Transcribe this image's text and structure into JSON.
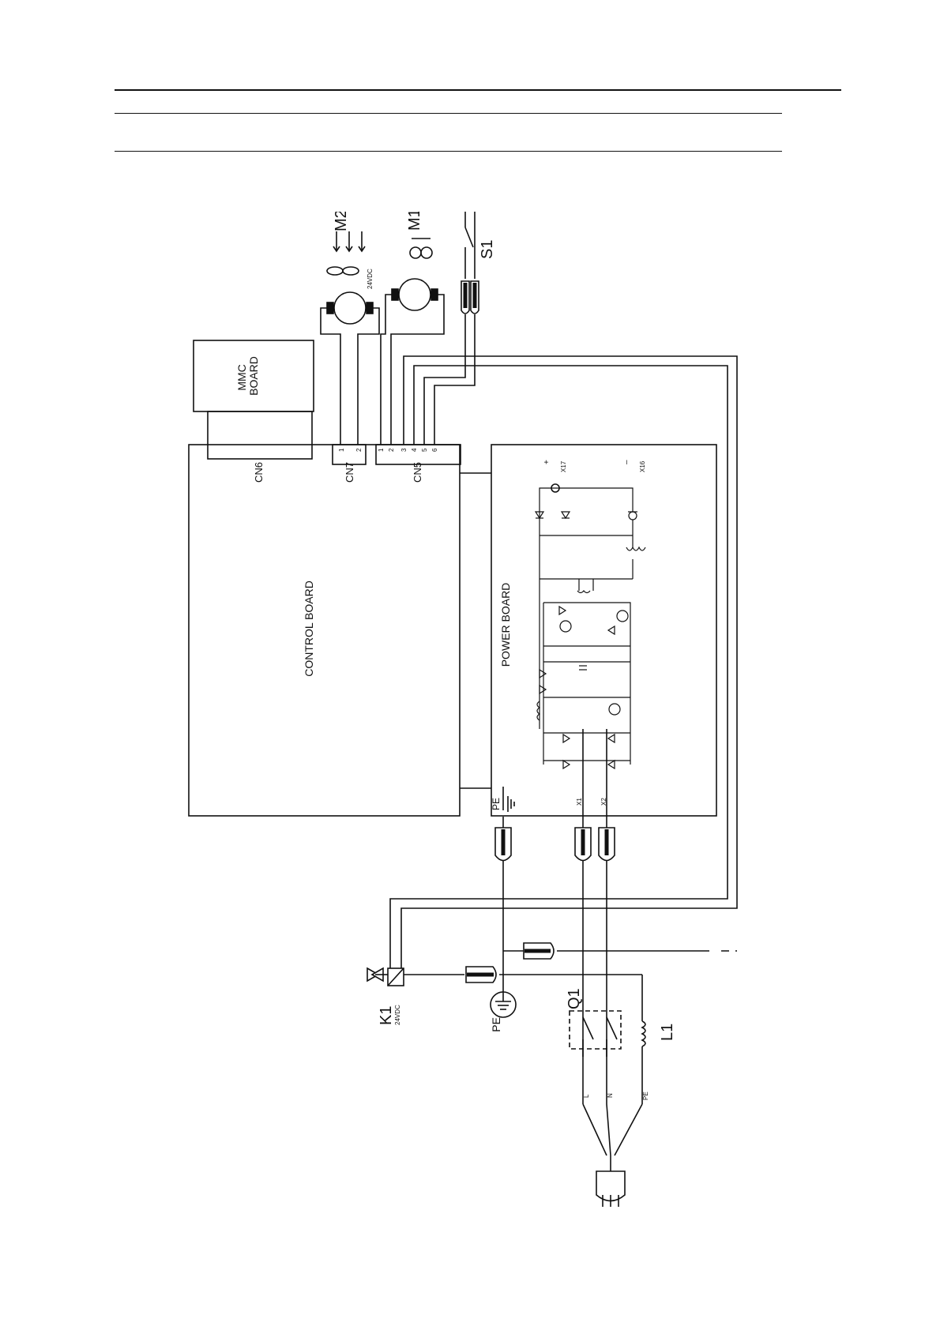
{
  "boards": {
    "mmc": [
      "MMC",
      "BOARD"
    ],
    "control": "CONTROL BOARD",
    "power": "POWER BOARD"
  },
  "connectors": {
    "cn6": "CN6",
    "cn7": "CN7",
    "cn5": "CN5",
    "cn7_pins": [
      "1",
      "2"
    ],
    "cn5_pins": [
      "1",
      "2",
      "3",
      "4",
      "5",
      "6"
    ]
  },
  "components": {
    "m2": "M2",
    "m2_rating": "24VDC",
    "m1": "M1",
    "s1": "S1",
    "k1": "K1",
    "k1_rating": "24VDC",
    "q1": "Q1",
    "l1": "L1",
    "pe_ground": "PE"
  },
  "terminals": {
    "pe": "PE",
    "x1": "X1",
    "x2": "X2",
    "x17": "X17",
    "x17_sign": "+",
    "x16": "X16",
    "x16_sign": "–"
  },
  "mains": {
    "l": "L",
    "n": "N",
    "pe": "PE"
  }
}
